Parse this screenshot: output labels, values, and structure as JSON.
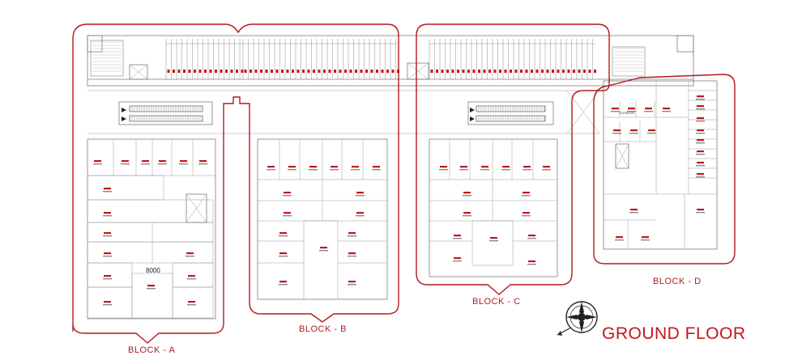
{
  "title": "GROUND FLOOR",
  "blocks": {
    "a": "BLOCK - A",
    "b": "BLOCK - B",
    "c": "BLOCK - C",
    "d": "BLOCK - D"
  },
  "colors": {
    "boundary": "#b3191e",
    "walls": "#7a7a7a",
    "unit_labels": "#c0171d"
  },
  "icons": [
    "compass-rose-icon",
    "escalator-icon",
    "lift-icon",
    "staircase-icon"
  ]
}
